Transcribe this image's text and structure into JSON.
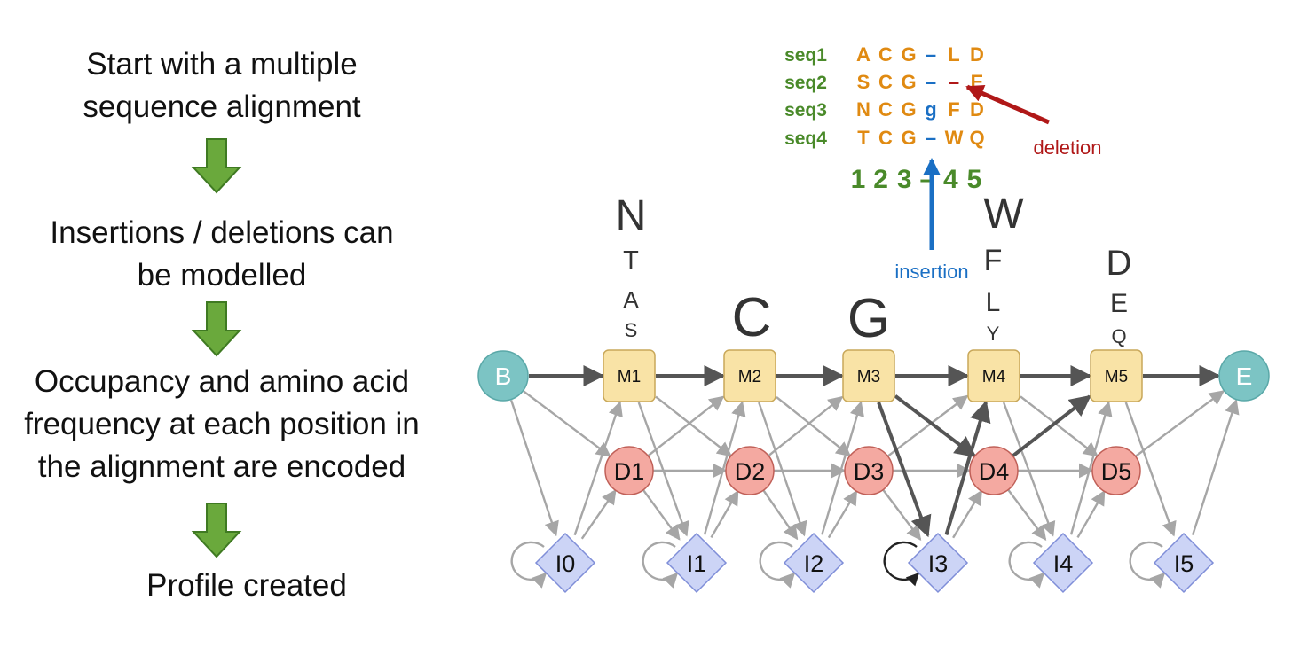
{
  "steps": [
    {
      "lines": [
        "Start with a multiple",
        "sequence alignment"
      ]
    },
    {
      "lines": [
        "Insertions / deletions can",
        "be modelled"
      ]
    },
    {
      "lines": [
        "Occupancy and amino acid",
        "frequency at each position in",
        "the alignment are encoded"
      ]
    },
    {
      "lines": [
        "Profile created"
      ]
    }
  ],
  "alignment": {
    "rows": [
      {
        "name": "seq1",
        "residues": [
          "A",
          "C",
          "G",
          "–",
          "L",
          "D"
        ]
      },
      {
        "name": "seq2",
        "residues": [
          "S",
          "C",
          "G",
          "–",
          "–",
          "E"
        ]
      },
      {
        "name": "seq3",
        "residues": [
          "N",
          "C",
          "G",
          "g",
          "F",
          "D"
        ]
      },
      {
        "name": "seq4",
        "residues": [
          "T",
          "C",
          "G",
          "–",
          "W",
          "Q"
        ]
      }
    ],
    "columns": [
      "1",
      "2",
      "3",
      "–",
      "4",
      "5"
    ],
    "deletion_label": "deletion",
    "insertion_label": "insertion"
  },
  "hmm": {
    "begin": "B",
    "end": "E",
    "match": [
      "M1",
      "M2",
      "M3",
      "M4",
      "M5"
    ],
    "delete": [
      "D1",
      "D2",
      "D3",
      "D4",
      "D5"
    ],
    "insert": [
      "I0",
      "I1",
      "I2",
      "I3",
      "I4",
      "I5"
    ],
    "emissions": [
      [
        "N",
        "T",
        "A",
        "S"
      ],
      [
        "C"
      ],
      [
        "G"
      ],
      [
        "W",
        "F",
        "L",
        "Y"
      ],
      [
        "D",
        "E",
        "Q"
      ]
    ]
  },
  "colors": {
    "seq_name": "#4a8a2a",
    "residue": "#e08a12",
    "column_number": "#4a8a2a",
    "deletion": "#b01818",
    "insertion": "#1a6fc4",
    "begin_end": "#7cc4c4",
    "match_fill": "#f9e3a6",
    "delete_fill": "#f4a9a1",
    "insert_fill": "#ccd4f6",
    "step_arrow": "#6aa93c"
  }
}
